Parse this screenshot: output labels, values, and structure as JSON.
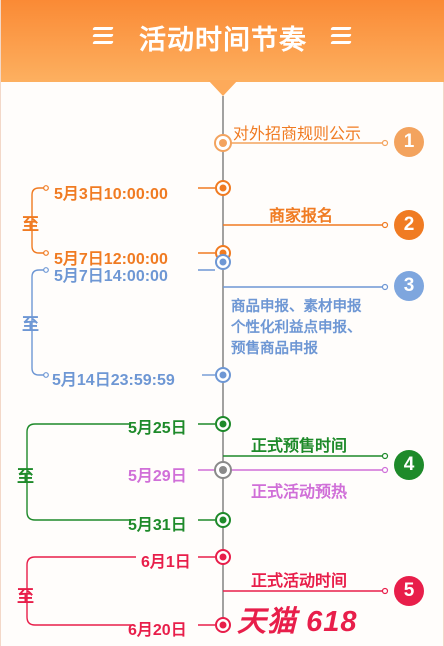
{
  "header": {
    "title": "活动时间节奏"
  },
  "phase1": {
    "label": "对外招商规则公示",
    "number": "1"
  },
  "phase2": {
    "start": "5月3日10:00:00",
    "end": "5月7日12:00:00",
    "range_word": "至",
    "label": "商家报名",
    "number": "2"
  },
  "phase3": {
    "start": "5月7日14:00:00",
    "end": "5月14日23:59:59",
    "range_word": "至",
    "lines": [
      "商品申报、素材申报",
      "个性化利益点申报、",
      "预售商品申报"
    ],
    "number": "3"
  },
  "phase4": {
    "start": "5月25日",
    "mid": "5月29日",
    "end": "5月31日",
    "range_word": "至",
    "label": "正式预售时间",
    "sub_label": "正式活动预热",
    "number": "4"
  },
  "phase5": {
    "start": "6月1日",
    "end": "6月20日",
    "range_word": "至",
    "label": "正式活动时间",
    "logo_text": "天猫",
    "logo_number": "618",
    "number": "5"
  },
  "colors": {
    "orange": "#f07b22",
    "blue": "#6e97d4",
    "green": "#1e8a2a",
    "pink": "#d06fd8",
    "red": "#e81e4a",
    "num1": "#f3a35e",
    "num2": "#f07b22",
    "num3": "#7ea6de",
    "num4": "#1e8a2a",
    "num5": "#e81e4a",
    "spine": "#8a8a8a"
  }
}
